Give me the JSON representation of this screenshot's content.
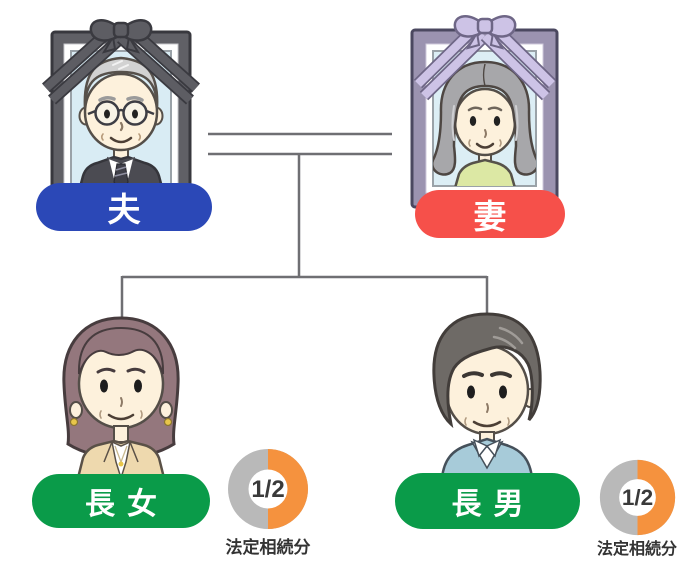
{
  "colors": {
    "husband_badge": "#2b48b7",
    "wife_badge": "#f6504a",
    "child_badge": "#0a9b49",
    "share_filled": "#f5923e",
    "share_empty": "#b9b9b9",
    "connector": "#6f6f73",
    "caption_text": "#333333"
  },
  "family_tree": {
    "parents": [
      {
        "label": "夫",
        "status": "deceased",
        "ribbon": "black"
      },
      {
        "label": "妻",
        "status": "deceased",
        "ribbon": "purple"
      }
    ],
    "children": [
      {
        "label": "長女",
        "share": {
          "fraction": "1/2",
          "value": 0.5,
          "caption": "法定相続分"
        }
      },
      {
        "label": "長男",
        "share": {
          "fraction": "1/2",
          "value": 0.5,
          "caption": "法定相続分"
        }
      }
    ]
  }
}
